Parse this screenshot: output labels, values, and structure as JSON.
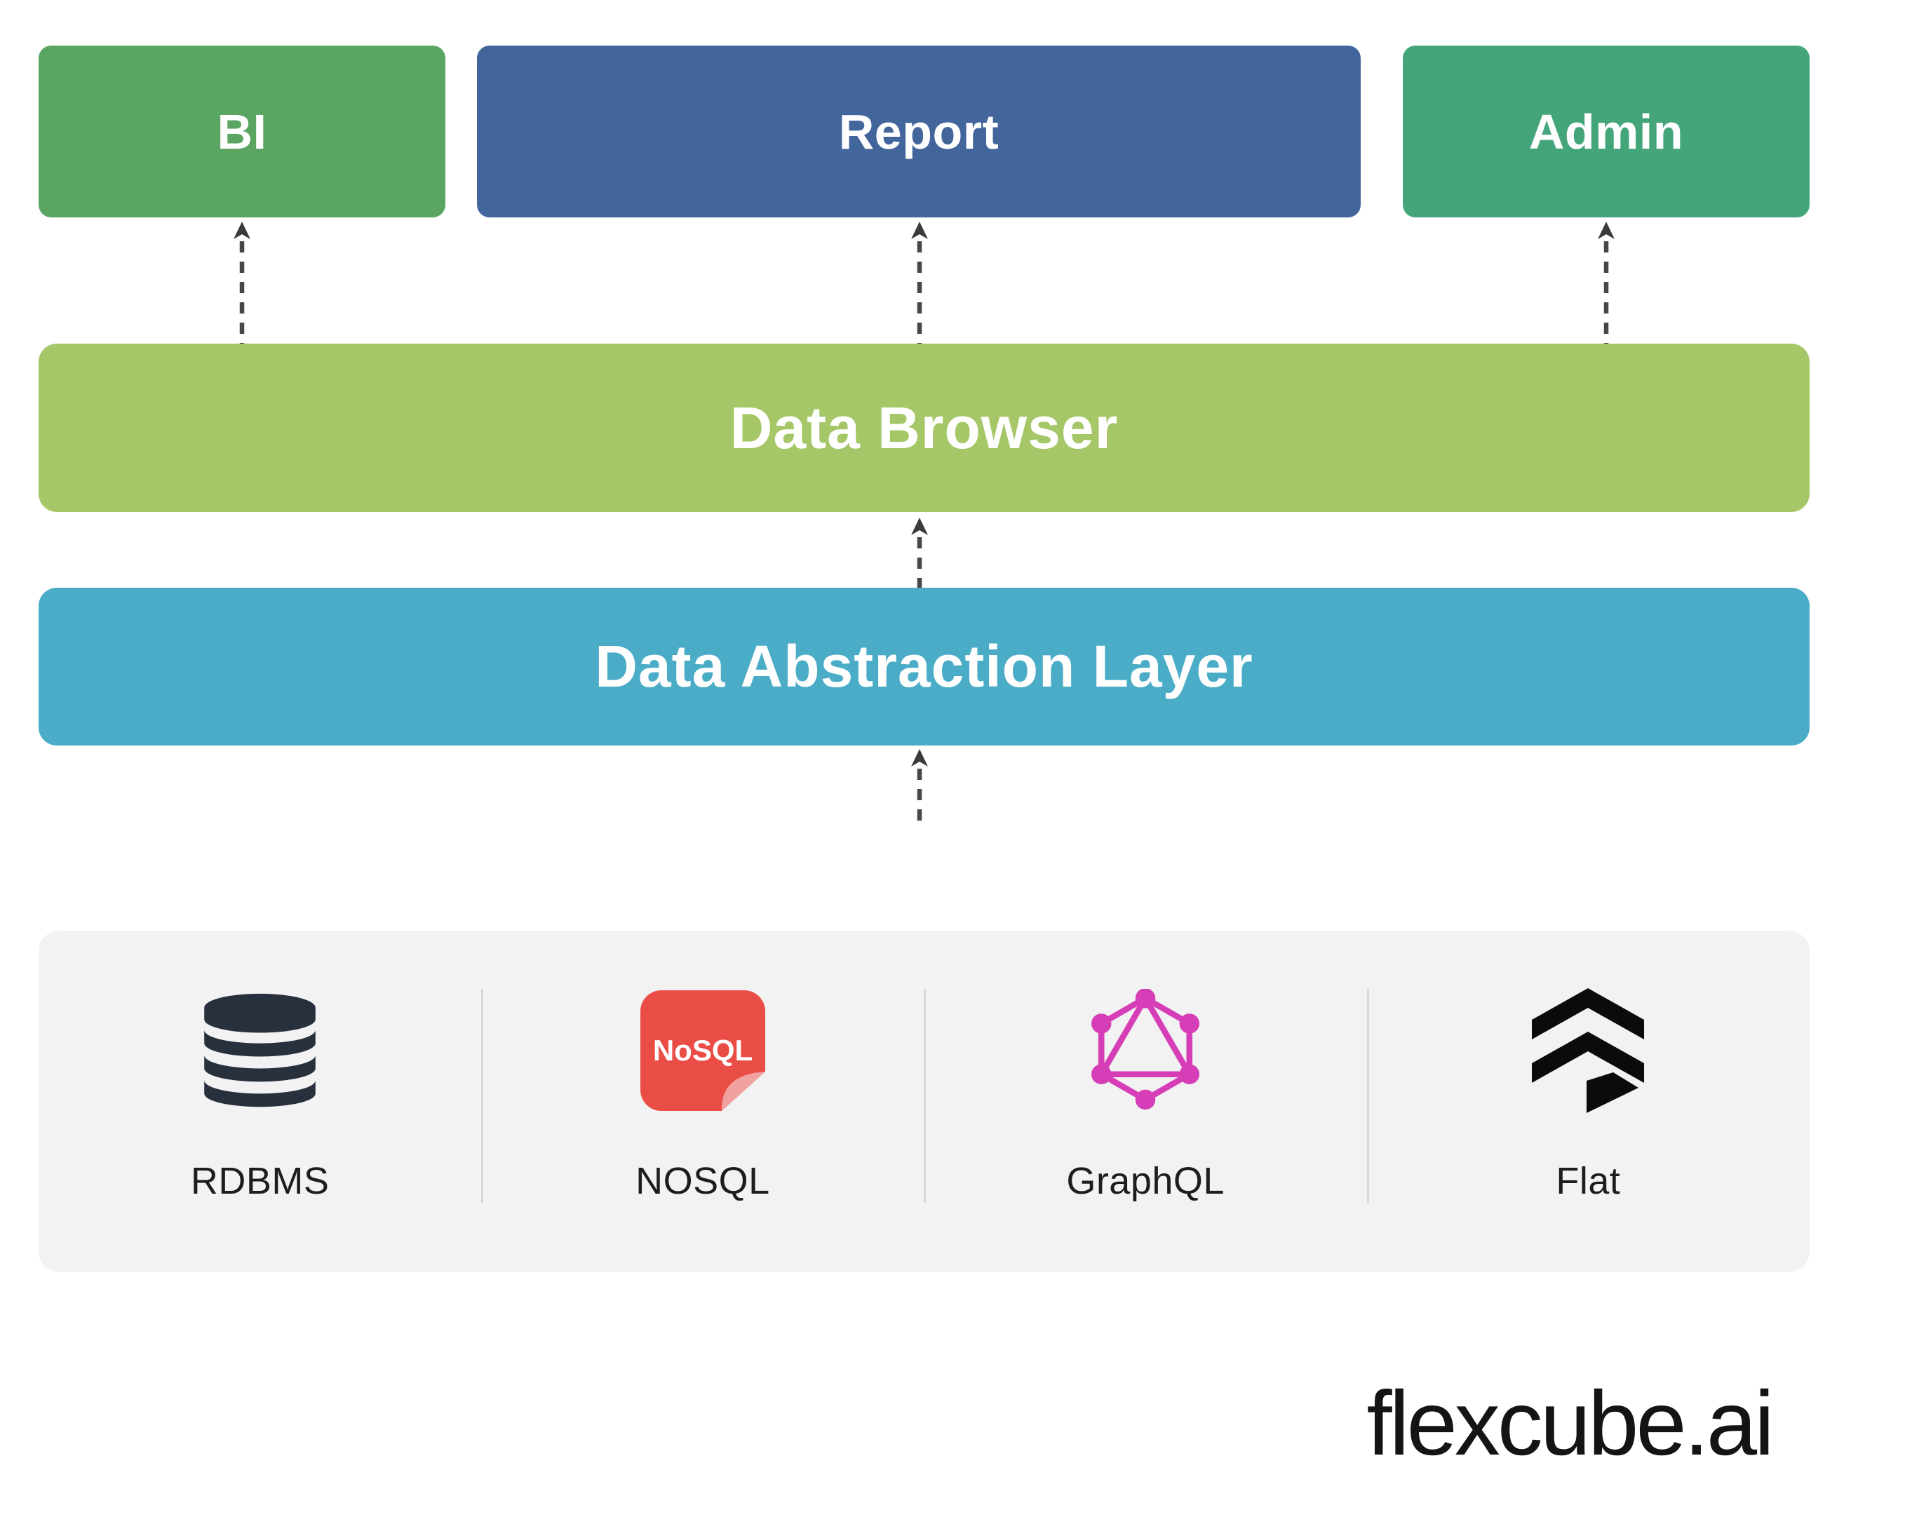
{
  "diagram": {
    "top_boxes": [
      {
        "label": "BI",
        "color": "#5aa561"
      },
      {
        "label": "Report",
        "color": "#42659c"
      },
      {
        "label": "Admin",
        "color": "#44a57b"
      }
    ],
    "layers": [
      {
        "label": "Data Browser",
        "color": "#a5c767"
      },
      {
        "label": "Data Abstraction Layer",
        "color": "#4aacc6"
      }
    ],
    "sources": [
      {
        "label": "RDBMS",
        "icon": "database-icon"
      },
      {
        "label": "NOSQL",
        "icon": "nosql-document-icon",
        "badge_text": "NoSQL"
      },
      {
        "label": "GraphQL",
        "icon": "graphql-icon"
      },
      {
        "label": "Flat",
        "icon": "flat-file-icon"
      }
    ],
    "branding": {
      "logo_text": "flexcube.ai"
    },
    "colors": {
      "bar_text_white": "#ffffff",
      "panel_gray": "#f2f2f2",
      "divider_gray": "#d8d8d8",
      "arrow_gray": "#474747",
      "arrow_head": "#3a3a3a",
      "label_dark": "#1d1d1f",
      "database_navy": "#28303e",
      "nosql_red": "#ea4c46",
      "nosql_fold_pink": "#f2a29e",
      "nosql_text_white": "#ffffff",
      "graphql_pink": "#d63eb8",
      "flat_black": "#0b0b0b",
      "logo_black": "#141414"
    }
  }
}
